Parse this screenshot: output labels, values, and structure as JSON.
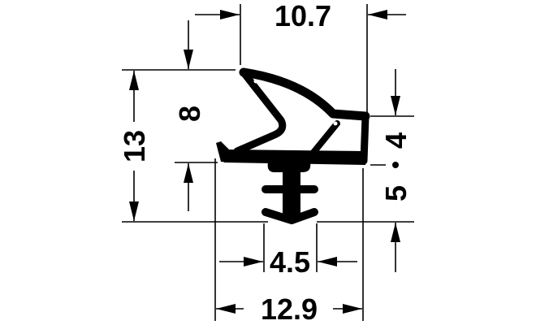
{
  "drawing": {
    "subject": "seal-profile",
    "dimensions": {
      "overall_width": "12.9",
      "top_width": "10.7",
      "stem_width": "4.5",
      "overall_height": "13",
      "lip_height": "8",
      "upper_right_height": "4",
      "lower_right_height": "5"
    },
    "colors": {
      "ink": "#000000",
      "background": "#ffffff"
    }
  }
}
